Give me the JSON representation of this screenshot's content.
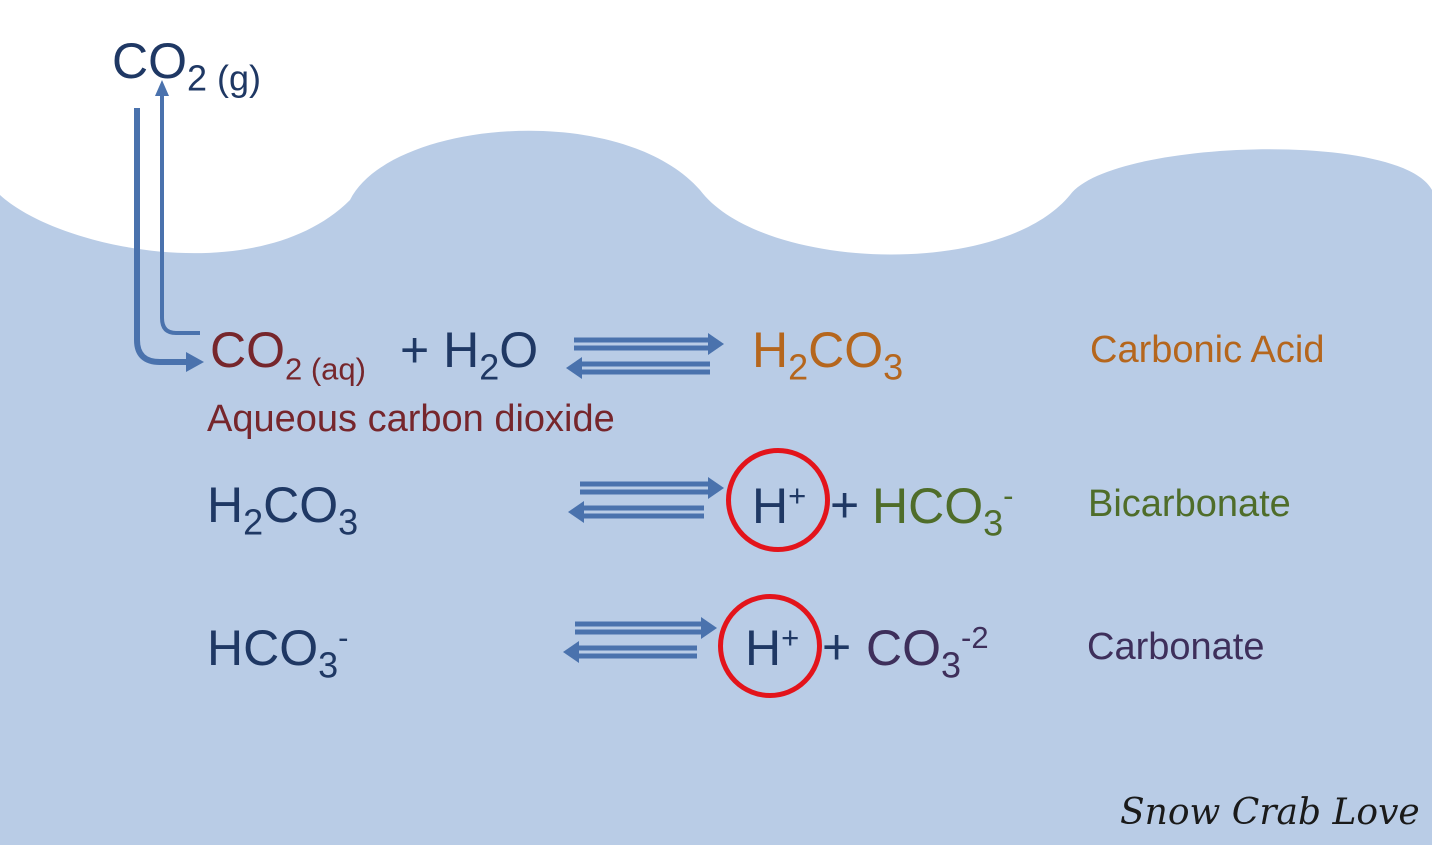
{
  "colors": {
    "water": "#b9cce6",
    "navy": "#1f3864",
    "maroon": "#76262c",
    "orange": "#b5661d",
    "green": "#4f6d2a",
    "purple": "#3e2f5b",
    "arrow": "#4a72ad",
    "circle": "#e3141b"
  },
  "gas": {
    "base": "CO",
    "sub": "2 (g)"
  },
  "row1": {
    "reactant_base": "CO",
    "reactant_sub": "2 (aq)",
    "plus_h": "+ H",
    "water_sub": "2",
    "water_o": "O",
    "product_h": "H",
    "product_h_sub": "2",
    "product_co": "CO",
    "product_co_sub": "3",
    "name": "Carbonic Acid",
    "caption": "Aqueous carbon dioxide"
  },
  "row2": {
    "reactant_h": "H",
    "reactant_h_sub": "2",
    "reactant_co": "CO",
    "reactant_co_sub": "3",
    "proton": "H",
    "proton_sup": "+",
    "plus": "+",
    "product": "HCO",
    "product_sub": "3",
    "product_sup": "-",
    "name": "Bicarbonate"
  },
  "row3": {
    "reactant": "HCO",
    "reactant_sub": "3",
    "reactant_sup": "-",
    "proton": "H",
    "proton_sup": "+",
    "plus": "+",
    "product": "CO",
    "product_sub": "3",
    "product_sup": "-2",
    "name": "Carbonate"
  },
  "credit": "Snow Crab Love"
}
